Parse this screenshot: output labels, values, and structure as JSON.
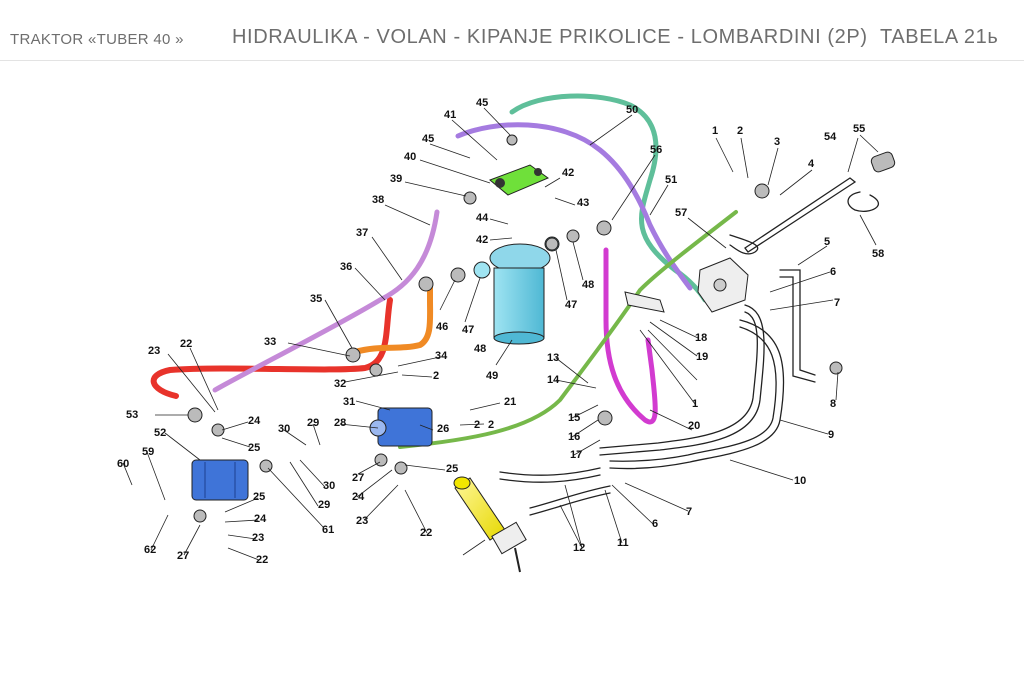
{
  "header": {
    "left": "TRAKTOR «TUBER 40 »",
    "title": "HIDRAULIKA - VOLAN - KIPANJE PRIKOLICE - LOMBARDINI (2P)",
    "table": "TABELA 21ь"
  },
  "colors": {
    "hose_green": "#5fbf9a",
    "hose_purple": "#a57be0",
    "hose_red": "#e8332b",
    "hose_magenta": "#d23bd0",
    "hose_orange": "#f08a24",
    "hose_violet": "#c58ad8",
    "pipe_green": "#76b84a",
    "valve_green": "#6fe03a",
    "filter_cyan": "#6fd0e8",
    "pump_blue": "#3f74d8",
    "cylinder_yellow": "#f2e600",
    "line_dark": "#222222"
  },
  "parts": [
    {
      "n": "1"
    },
    {
      "n": "2"
    },
    {
      "n": "3"
    },
    {
      "n": "4"
    },
    {
      "n": "55"
    },
    {
      "n": "54"
    },
    {
      "n": "45"
    },
    {
      "n": "50"
    },
    {
      "n": "41"
    },
    {
      "n": "45"
    },
    {
      "n": "40"
    },
    {
      "n": "42"
    },
    {
      "n": "39"
    },
    {
      "n": "43"
    },
    {
      "n": "56"
    },
    {
      "n": "51"
    },
    {
      "n": "38"
    },
    {
      "n": "44"
    },
    {
      "n": "42"
    },
    {
      "n": "57"
    },
    {
      "n": "37"
    },
    {
      "n": "58"
    },
    {
      "n": "5"
    },
    {
      "n": "36"
    },
    {
      "n": "6"
    },
    {
      "n": "46"
    },
    {
      "n": "7"
    },
    {
      "n": "35"
    },
    {
      "n": "47"
    },
    {
      "n": "47"
    },
    {
      "n": "48"
    },
    {
      "n": "18"
    },
    {
      "n": "33"
    },
    {
      "n": "48"
    },
    {
      "n": "19"
    },
    {
      "n": "34"
    },
    {
      "n": "13"
    },
    {
      "n": "2"
    },
    {
      "n": "23"
    },
    {
      "n": "22"
    },
    {
      "n": "49"
    },
    {
      "n": "32"
    },
    {
      "n": "2"
    },
    {
      "n": "8"
    },
    {
      "n": "14"
    },
    {
      "n": "1"
    },
    {
      "n": "31"
    },
    {
      "n": "21"
    },
    {
      "n": "53"
    },
    {
      "n": "24"
    },
    {
      "n": "15"
    },
    {
      "n": "2"
    },
    {
      "n": "28"
    },
    {
      "n": "26"
    },
    {
      "n": "20"
    },
    {
      "n": "9"
    },
    {
      "n": "16"
    },
    {
      "n": "52"
    },
    {
      "n": "30"
    },
    {
      "n": "29"
    },
    {
      "n": "25"
    },
    {
      "n": "17"
    },
    {
      "n": "60"
    },
    {
      "n": "59"
    },
    {
      "n": "27"
    },
    {
      "n": "25"
    },
    {
      "n": "10"
    },
    {
      "n": "30"
    },
    {
      "n": "24"
    },
    {
      "n": "29"
    },
    {
      "n": "25"
    },
    {
      "n": "23"
    },
    {
      "n": "7"
    },
    {
      "n": "61"
    },
    {
      "n": "6"
    },
    {
      "n": "24"
    },
    {
      "n": "22"
    },
    {
      "n": "11"
    },
    {
      "n": "23"
    },
    {
      "n": "12"
    },
    {
      "n": "27"
    },
    {
      "n": "22"
    },
    {
      "n": "62"
    }
  ]
}
